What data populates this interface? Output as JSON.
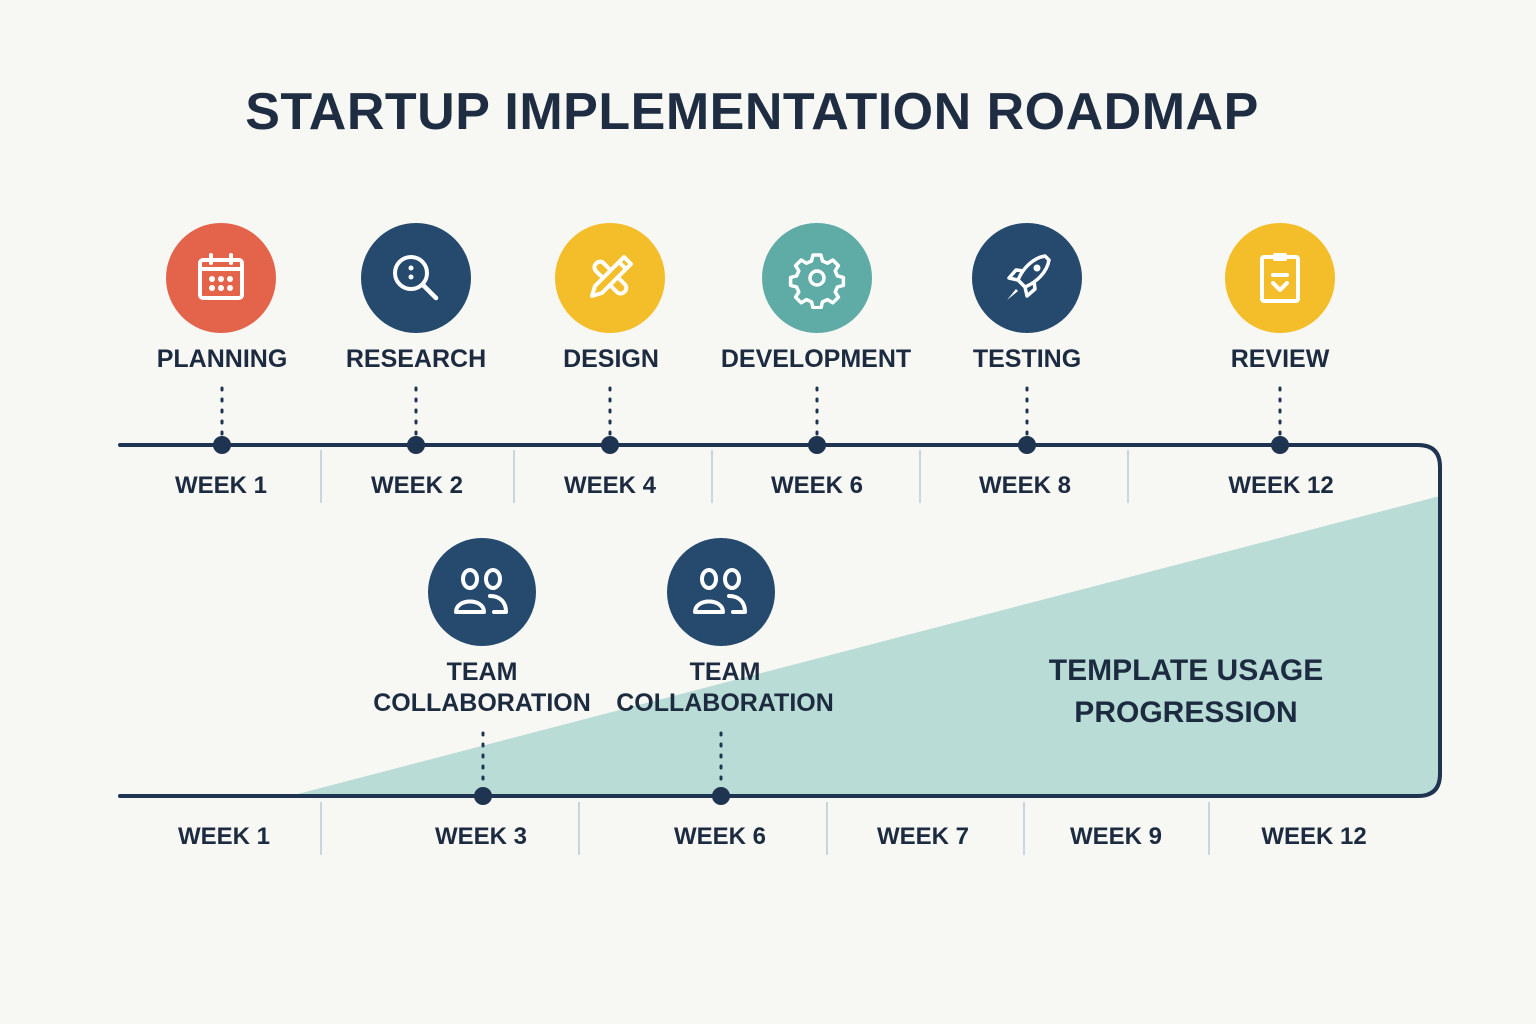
{
  "title": "STARTUP IMPLEMENTATION ROADMAP",
  "colors": {
    "background": "#f7f7f4",
    "navy": "#254a6e",
    "line": "#1f3450",
    "coral": "#e4644b",
    "yellow": "#f4bd2a",
    "teal": "#5faba6",
    "area_fill": "#b9dcd6",
    "separator": "#c9d6df",
    "text": "#1d2b40"
  },
  "top_timeline": {
    "milestones": [
      {
        "label": "PLANNING",
        "week": "WEEK 1",
        "icon": "calendar-icon",
        "color": "#e4644b"
      },
      {
        "label": "RESEARCH",
        "week": "WEEK 2",
        "icon": "search-icon",
        "color": "#254a6e"
      },
      {
        "label": "DESIGN",
        "week": "WEEK 4",
        "icon": "design-tools-icon",
        "color": "#f4bd2a"
      },
      {
        "label": "DEVELOPMENT",
        "week": "WEEK 6",
        "icon": "gear-icon",
        "color": "#5faba6"
      },
      {
        "label": "TESTING",
        "week": "WEEK 8",
        "icon": "rocket-icon",
        "color": "#254a6e"
      },
      {
        "label": "REVIEW",
        "week": "WEEK 12",
        "icon": "clipboard-check-icon",
        "color": "#f4bd2a"
      }
    ]
  },
  "bottom_timeline": {
    "weeks": [
      "WEEK 1",
      "WEEK 3",
      "WEEK 6",
      "WEEK 7",
      "WEEK 9",
      "WEEK 12"
    ],
    "milestones": [
      {
        "label_line1": "TEAM",
        "label_line2": "COLLABORATION",
        "week": "WEEK 3",
        "icon": "team-icon",
        "color": "#254a6e"
      },
      {
        "label_line1": "TEAM",
        "label_line2": "COLLABORATION",
        "week": "WEEK 6",
        "icon": "team-icon",
        "color": "#254a6e"
      }
    ]
  },
  "usage_area": {
    "label_line1": "TEMPLATE USAGE",
    "label_line2": "PROGRESSION"
  }
}
